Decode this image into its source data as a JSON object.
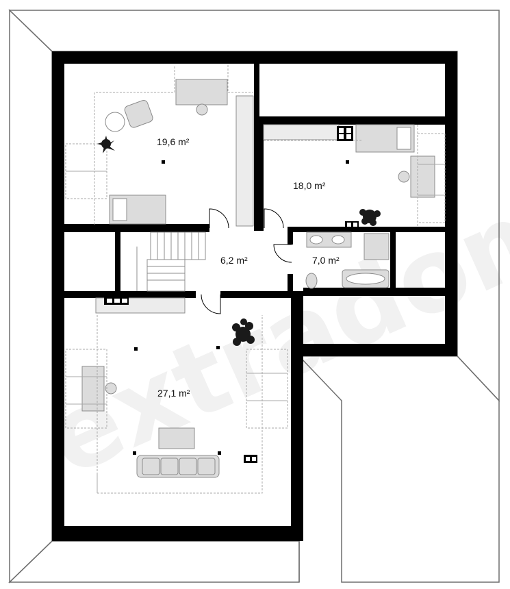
{
  "plan": {
    "rooms": [
      {
        "id": "room-bedroom-1",
        "area": "19,6 m²"
      },
      {
        "id": "room-bedroom-2",
        "area": "18,0 m²"
      },
      {
        "id": "room-hall",
        "area": "6,2 m²"
      },
      {
        "id": "room-bathroom",
        "area": "7,0 m²"
      },
      {
        "id": "room-living",
        "area": "27,1 m²"
      }
    ],
    "watermark": "extradom"
  },
  "colors": {
    "wall": "#000000",
    "roof_outline": "#6e6e6e",
    "furniture_fill": "#dcdcdc",
    "furniture_stroke": "#8c8c8c",
    "dashed": "#a9a9a9",
    "plant": "#1a1a1a"
  }
}
